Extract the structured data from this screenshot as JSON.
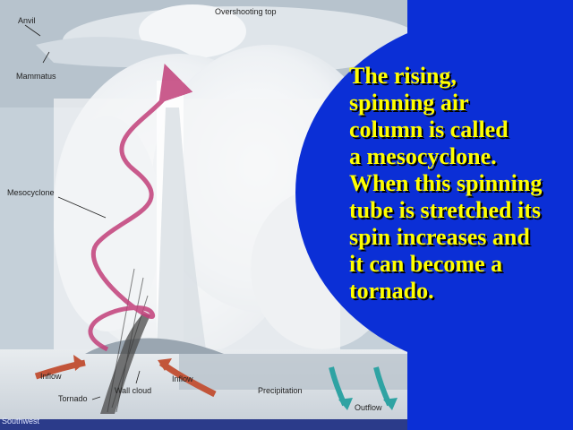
{
  "diagram": {
    "labels": {
      "anvil": "Anvil",
      "mammatus": "Mammatus",
      "overshooting_top": "Overshooting top",
      "mesocyclone": "Mesocyclone",
      "inflow_left": "Inflow",
      "inflow_right": "Inflow",
      "wall_cloud": "Wall cloud",
      "tornado": "Tornado",
      "precipitation": "Precipitation",
      "outflow": "Outflow",
      "southwest": "Southwest"
    },
    "colors": {
      "background_blue": "#0b2fd6",
      "caption_yellow": "#ffff00",
      "spiral_arrow": "#c2407a",
      "inflow_arrow": "#c2553a",
      "outflow_arrow": "#2fa3a3"
    }
  },
  "caption": {
    "lines": [
      "The rising,",
      "spinning air",
      "column is called",
      "a mesocyclone.",
      "When this spinning",
      "tube is stretched its",
      "spin increases and",
      "it can become a",
      "tornado"
    ],
    "end_mark": "."
  }
}
